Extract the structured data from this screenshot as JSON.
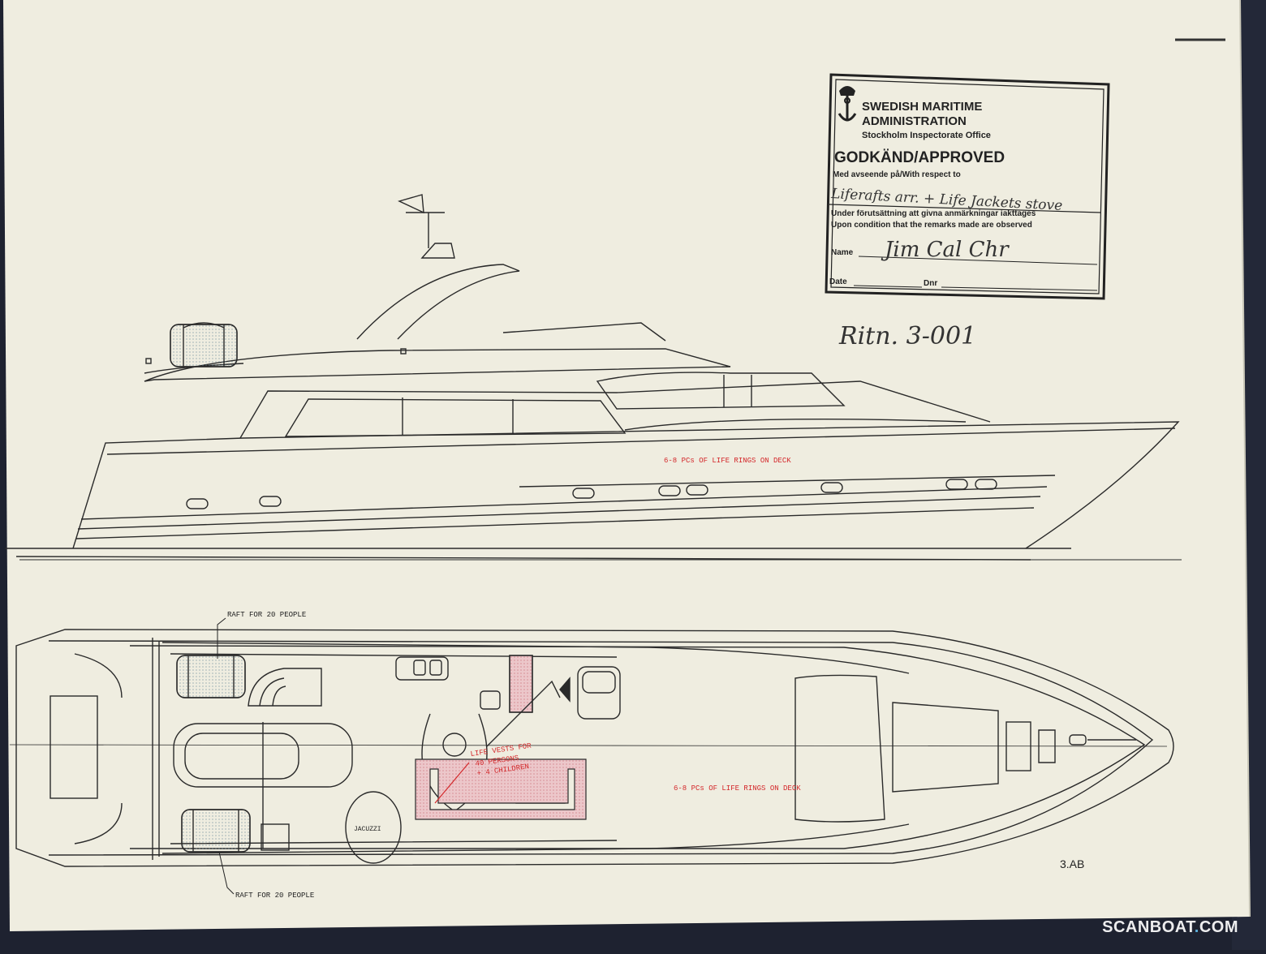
{
  "stamp": {
    "authority_line1": "SWEDISH MARITIME",
    "authority_line2": "ADMINISTRATION",
    "office": "Stockholm Inspectorate Office",
    "approval": "GODKÄND/APPROVED",
    "respect_label": "Med avseende på/With respect to",
    "respect_value": "Liferafts arr. + Life Jackets stove",
    "condition_line1": "Under förutsättning att givna anmärkningar iakttages",
    "condition_line2": "Upon condition that the remarks made are observed",
    "name_label": "Name",
    "signature": "Jim Cal Chr",
    "date_label": "Date",
    "dnr_label": "Dnr"
  },
  "drawing_ref": "Ritn. 3-001",
  "sheet_code": "3.AB",
  "profile_view": {
    "life_rings_note": "6-8 PCs OF LIFE RINGS ON DECK"
  },
  "plan_view": {
    "raft_top_note": "RAFT FOR 20 PEOPLE",
    "raft_bottom_note": "RAFT FOR 20 PEOPLE",
    "life_rings_note": "6-8 PCs OF LIFE RINGS ON DECK",
    "vests_line1": "LIFE VESTS FOR",
    "vests_line2": "40 PERSONS",
    "vests_line3": "+ 4 CHILDREN",
    "jacuzzi_label": "JACUZZI"
  },
  "watermark": {
    "brand": "SCANBOAT",
    "tld": "COM",
    "separator": "."
  },
  "colors": {
    "paper": "#efede0",
    "ink": "#2a2a2a",
    "red_note": "#d4282b",
    "raft_fill": "#b9cdd6",
    "vest_area_fill": "#e9c3c6",
    "background": "#1e2230"
  }
}
